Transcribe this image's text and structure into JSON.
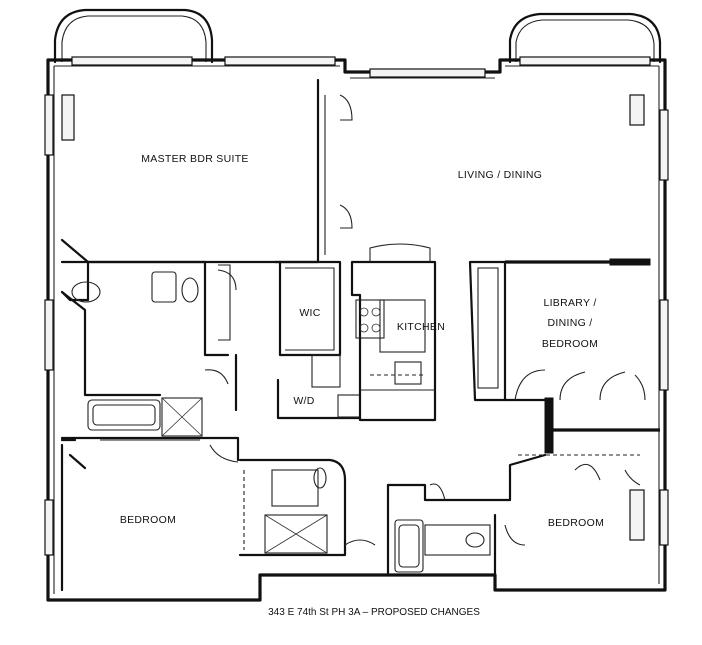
{
  "caption": "343 E 74th St PH 3A – PROPOSED CHANGES",
  "rooms": {
    "master": "MASTER BDR SUITE",
    "living": "LIVING / DINING",
    "wic": "WIC",
    "kitchen": "KITCHEN",
    "wd": "W/D",
    "library_line1": "LIBRARY /",
    "library_line2": "DINING /",
    "library_line3": "BEDROOM",
    "bedroom_left": "BEDROOM",
    "bedroom_right": "BEDROOM"
  }
}
